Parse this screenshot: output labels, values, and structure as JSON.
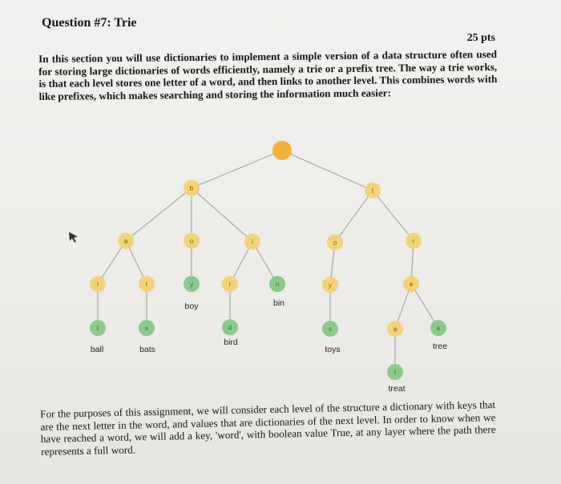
{
  "question": {
    "title": "Question #7: Trie",
    "points": "25 pts"
  },
  "intro_text": "In this section you will use dictionaries to implement a simple version of a data structure often used for storing large dictionaries of words efficiently, namely a trie or a prefix tree. The way a trie works, is that each level stores one letter of a word, and then links to another level. This combines words with like prefixes, which makes searching and storing the information much easier:",
  "outro_text": "For the purposes of this assignment, we will consider each level of the structure a dictionary with keys that are the next letter in the word, and values that are dictionaries of the next level. In order to know when we have reached a word, we will add a key, 'word', with boolean value True, at any layer where the path there represents a full word.",
  "colors": {
    "root": "#f3b23a",
    "letter_node": "#f4d27a",
    "end_node": "#8cc98c",
    "edge": "#a8a8a8"
  },
  "tree": {
    "nodes": [
      {
        "id": "root",
        "label": "",
        "kind": "root"
      },
      {
        "id": "b",
        "label": "b",
        "kind": "letter"
      },
      {
        "id": "t",
        "label": "t",
        "kind": "letter"
      },
      {
        "id": "ba",
        "label": "a",
        "kind": "letter"
      },
      {
        "id": "bo",
        "label": "o",
        "kind": "letter"
      },
      {
        "id": "bi",
        "label": "i",
        "kind": "letter"
      },
      {
        "id": "to",
        "label": "o",
        "kind": "letter"
      },
      {
        "id": "tr",
        "label": "r",
        "kind": "letter"
      },
      {
        "id": "bal",
        "label": "l",
        "kind": "letter"
      },
      {
        "id": "bat",
        "label": "t",
        "kind": "letter"
      },
      {
        "id": "boy",
        "label": "y",
        "kind": "end",
        "word": "boy"
      },
      {
        "id": "bir",
        "label": "r",
        "kind": "letter"
      },
      {
        "id": "bin",
        "label": "n",
        "kind": "end",
        "word": "bin"
      },
      {
        "id": "toy",
        "label": "y",
        "kind": "letter"
      },
      {
        "id": "tre",
        "label": "e",
        "kind": "letter"
      },
      {
        "id": "ball",
        "label": "l",
        "kind": "end",
        "word": "ball"
      },
      {
        "id": "bats",
        "label": "s",
        "kind": "end",
        "word": "bats"
      },
      {
        "id": "bird",
        "label": "d",
        "kind": "end",
        "word": "bird"
      },
      {
        "id": "toys",
        "label": "s",
        "kind": "end",
        "word": "toys"
      },
      {
        "id": "trea",
        "label": "a",
        "kind": "letter"
      },
      {
        "id": "tree",
        "label": "e",
        "kind": "end",
        "word": "tree"
      },
      {
        "id": "treat",
        "label": "t",
        "kind": "end",
        "word": "treat"
      }
    ],
    "edges": [
      [
        "root",
        "b"
      ],
      [
        "root",
        "t"
      ],
      [
        "b",
        "ba"
      ],
      [
        "b",
        "bo"
      ],
      [
        "b",
        "bi"
      ],
      [
        "t",
        "to"
      ],
      [
        "t",
        "tr"
      ],
      [
        "ba",
        "bal"
      ],
      [
        "ba",
        "bat"
      ],
      [
        "bo",
        "boy"
      ],
      [
        "bi",
        "bir"
      ],
      [
        "bi",
        "bin"
      ],
      [
        "to",
        "toy"
      ],
      [
        "tr",
        "tre"
      ],
      [
        "bal",
        "ball"
      ],
      [
        "bat",
        "bats"
      ],
      [
        "bir",
        "bird"
      ],
      [
        "toy",
        "toys"
      ],
      [
        "tre",
        "trea"
      ],
      [
        "tre",
        "tree"
      ],
      [
        "trea",
        "treat"
      ]
    ]
  }
}
